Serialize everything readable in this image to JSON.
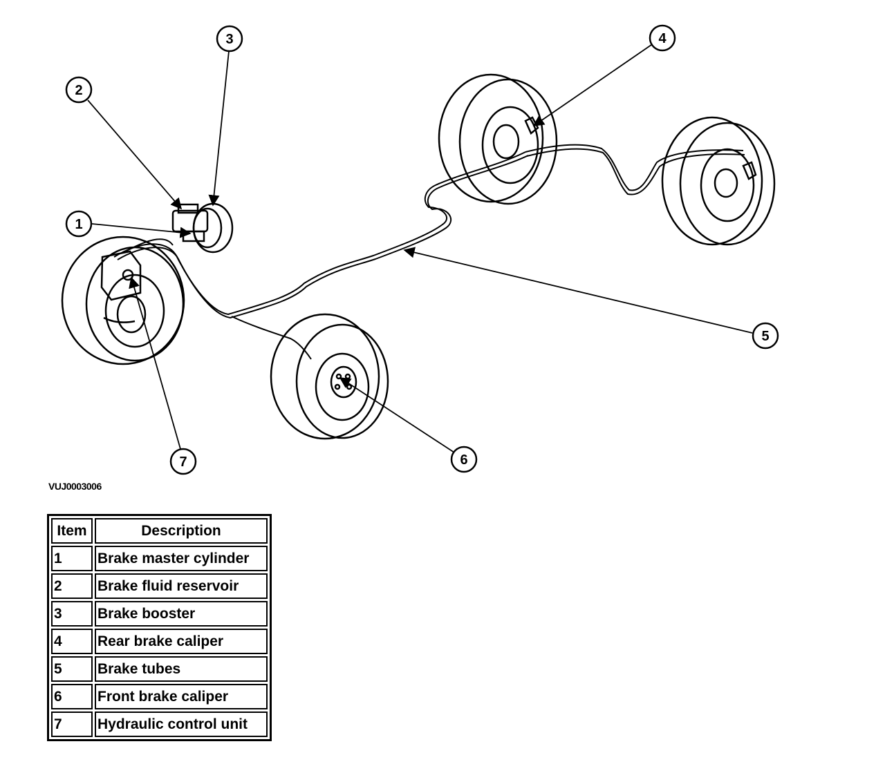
{
  "figure_id": "VUJ0003006",
  "callouts": [
    "1",
    "2",
    "3",
    "4",
    "5",
    "6",
    "7"
  ],
  "legend": {
    "headers": {
      "item": "Item",
      "description": "Description"
    },
    "rows": [
      {
        "item": "1",
        "description": "Brake master cylinder"
      },
      {
        "item": "2",
        "description": "Brake fluid reservoir"
      },
      {
        "item": "3",
        "description": "Brake booster"
      },
      {
        "item": "4",
        "description": "Rear brake caliper"
      },
      {
        "item": "5",
        "description": "Brake tubes"
      },
      {
        "item": "6",
        "description": "Front brake caliper"
      },
      {
        "item": "7",
        "description": "Hydraulic control unit"
      }
    ]
  }
}
